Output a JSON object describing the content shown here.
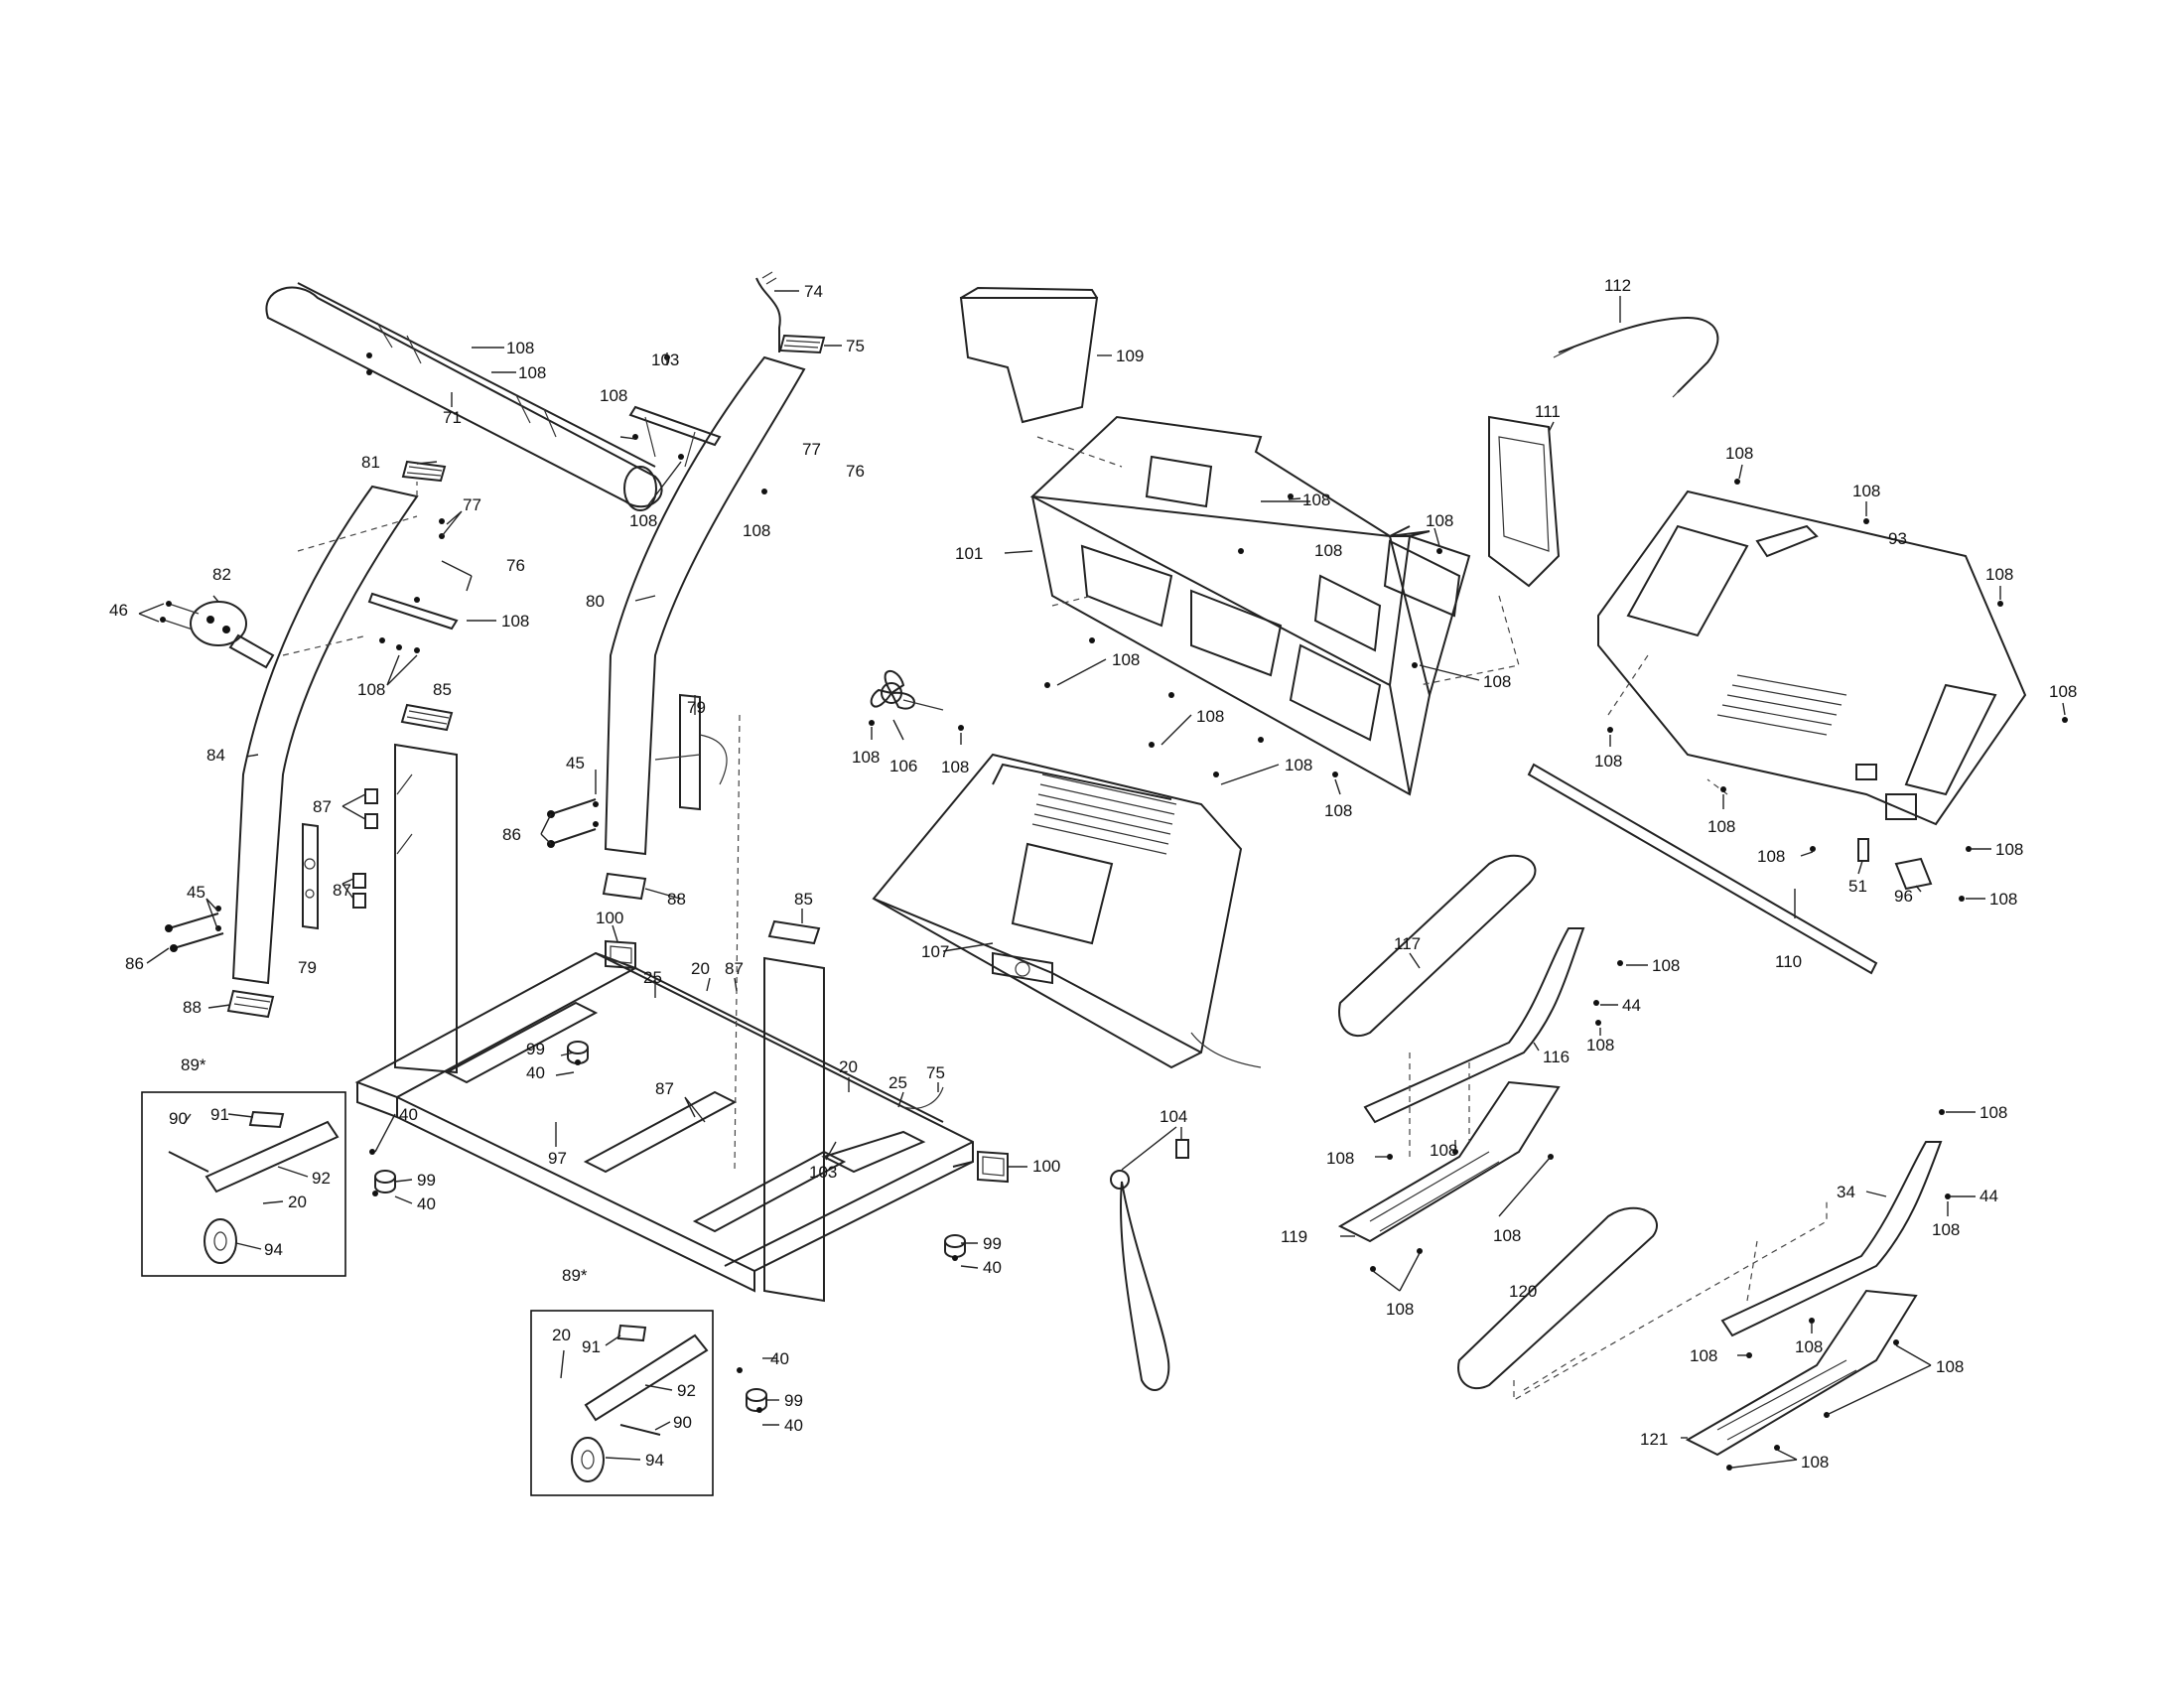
{
  "labels": {
    "l74": "74",
    "l75a": "75",
    "l103a": "103",
    "l108a": "108",
    "l108b": "108",
    "l71": "71",
    "l108c": "108",
    "l108d": "108",
    "l77a": "77",
    "l76a": "76",
    "l108e": "108",
    "l81": "81",
    "l77b": "77",
    "l76b": "76",
    "l82": "82",
    "l46": "46",
    "l108f": "108",
    "l108g": "108",
    "l85a": "85",
    "l80": "80",
    "l79a": "79",
    "l84": "84",
    "l45a": "45",
    "l86a": "86",
    "l87a": "87",
    "l87b": "87",
    "l45b": "45",
    "l86b": "86",
    "l79b": "79",
    "l88a": "88",
    "l88b": "88",
    "l100a": "100",
    "l25a": "25",
    "l20a": "20",
    "l87c": "87",
    "l85b": "85",
    "l99a": "99",
    "l40a": "40",
    "l89a": "89*",
    "l90a": "90",
    "l91a": "91",
    "l92a": "92",
    "l20b": "20",
    "l94a": "94",
    "l40b": "40",
    "l99b": "99",
    "l40c": "40",
    "l97": "97",
    "l87d": "87",
    "l20c": "20",
    "l25b": "25",
    "l75b": "75",
    "l103b": "103",
    "l100b": "100",
    "l99c": "99",
    "l40d": "40",
    "l89b": "89*",
    "l20d": "20",
    "l91b": "91",
    "l92b": "92",
    "l90b": "90",
    "l94b": "94",
    "l40e": "40",
    "l99d": "99",
    "l40f": "40",
    "l109": "109",
    "l101": "101",
    "l108h": "108",
    "l108i": "108",
    "l108j": "108",
    "l108k": "108",
    "l108l": "108",
    "l108m": "108",
    "l108n": "108",
    "l108o": "108",
    "l106": "106",
    "l108p": "108",
    "l108q": "108",
    "l107": "107",
    "l104": "104",
    "l112": "112",
    "l111": "111",
    "l108r": "108",
    "l108s": "108",
    "l93": "93",
    "l108t": "108",
    "l108u": "108",
    "l108v": "108",
    "l108w": "108",
    "l108x": "108",
    "l51": "51",
    "l108y": "108",
    "l108z": "108",
    "l96": "96",
    "l110": "110",
    "l117": "117",
    "l108aa": "108",
    "l44a": "44",
    "l108ab": "108",
    "l116": "116",
    "l108ac": "108",
    "l108ad": "108",
    "l119": "119",
    "l108ae": "108",
    "l108af": "108",
    "l108ag": "108",
    "l34": "34",
    "l44b": "44",
    "l108ah": "108",
    "l120": "120",
    "l108ai": "108",
    "l108aj": "108",
    "l108ak": "108",
    "l121": "121",
    "l108al": "108"
  }
}
